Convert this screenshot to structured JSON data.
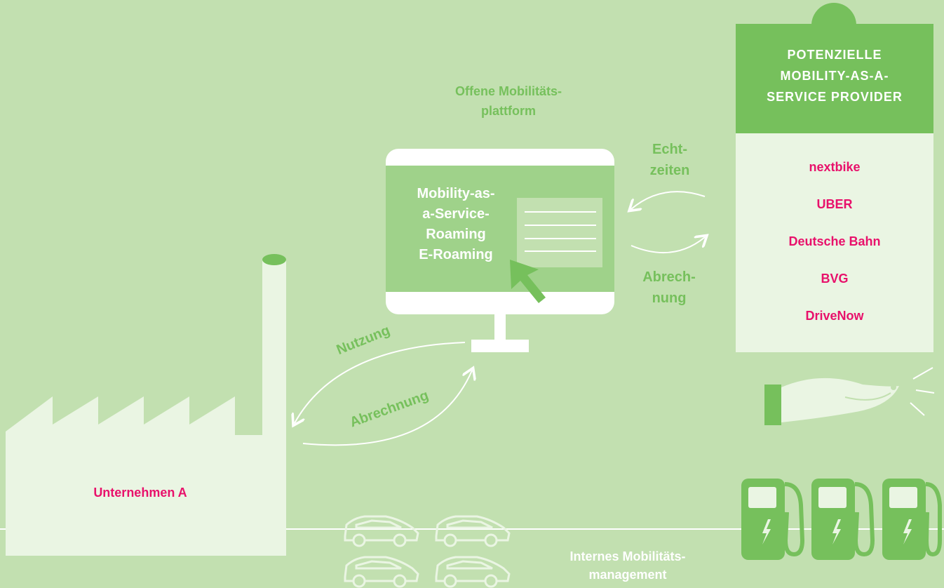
{
  "platform": {
    "title_line1": "Offene Mobilitäts-",
    "title_line2": "plattform",
    "screen_line1": "Mobility-as-",
    "screen_line2": "a-Service-",
    "screen_line3": "Roaming",
    "screen_line4": "E-Roaming"
  },
  "arrows": {
    "echtzeiten_line1": "Echt-",
    "echtzeiten_line2": "zeiten",
    "abrechnung_right_line1": "Abrech-",
    "abrechnung_right_line2": "nung",
    "nutzung": "Nutzung",
    "abrechnung_left": "Abrechnung"
  },
  "providers": {
    "title_line1": "POTENZIELLE",
    "title_line2": "MOBILITY-AS-A-",
    "title_line3": "SERVICE PROVIDER",
    "items": [
      "nextbike",
      "UBER",
      "Deutsche Bahn",
      "BVG",
      "DriveNow"
    ]
  },
  "company": {
    "label": "Unternehmen A"
  },
  "internal": {
    "line1": "Internes Mobilitäts-",
    "line2": "management"
  },
  "colors": {
    "background": "#c2e0b0",
    "accent_green": "#76c05c",
    "light_panel": "#eaf5e3",
    "highlight_pink": "#e8116b",
    "white": "#ffffff"
  }
}
